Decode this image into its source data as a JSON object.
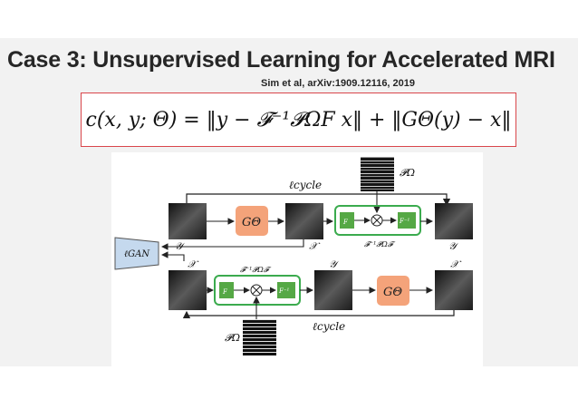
{
  "slide": {
    "title": "Case 3: Unsupervised Learning for Accelerated MRI",
    "citation": "Sim et al, arXiv:1909.12116, 2019",
    "formula": "c(x, y; Θ) = ‖y − 𝓕⁻¹𝓟ΩF x‖ + ‖GΘ(y) − x‖"
  },
  "diagram": {
    "top_loop_label": "ℓcycle",
    "bottom_loop_label": "ℓcycle",
    "discriminator_label": "ℓGAN",
    "generator_top_label": "GΘ",
    "generator_bottom_label": "GΘ",
    "mask_top_label": "𝓟Ω",
    "mask_bottom_label": "𝓟Ω",
    "fourier_label": "F",
    "inverse_fourier_label": "F⁻¹",
    "forward_op_top_label": "𝓕⁻¹𝓟Ω𝓕",
    "forward_op_bottom_label": "𝓕⁻¹𝓟Ω𝓕",
    "img_top_1_label": "𝒴",
    "img_top_2_label": "𝒳",
    "img_top_3_label": "𝒴",
    "img_bottom_1_label": "𝒳",
    "img_bottom_2_label": "𝒴",
    "img_bottom_3_label": "𝒳",
    "colors": {
      "generator_fill": "#f4a37a",
      "fourier_fill": "#55a845",
      "operator_border": "#3bab4e",
      "discriminator_fill": "#c5d9ee",
      "formula_border": "#d9464b"
    }
  }
}
